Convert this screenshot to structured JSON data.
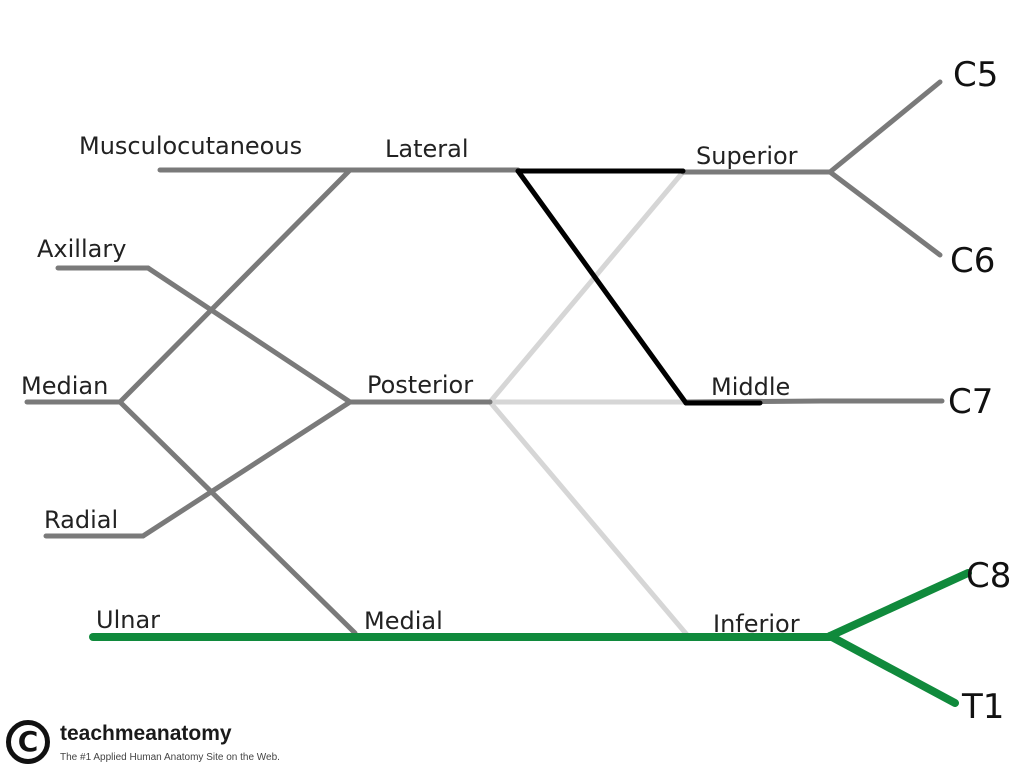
{
  "colors": {
    "branch_gray": "#7a7a7a",
    "faded_gray": "#d6d6d6",
    "highlight_black": "#000000",
    "highlight_green": "#108a3c",
    "root_end_gray": "#7a7a7a"
  },
  "roots": {
    "c5": "C5",
    "c6": "C6",
    "c7": "C7",
    "c8": "C8",
    "t1": "T1"
  },
  "trunks": {
    "superior": "Superior",
    "middle": "Middle",
    "inferior": "Inferior"
  },
  "cords": {
    "lateral": "Lateral",
    "posterior": "Posterior",
    "medial": "Medial"
  },
  "nerves": {
    "musculocutaneous": "Musculocutaneous",
    "axillary": "Axillary",
    "median": "Median",
    "radial": "Radial",
    "ulnar": "Ulnar"
  },
  "footer": {
    "copyright_symbol": "C",
    "brand": "teachmeanatomy",
    "tagline": "The #1 Applied Human Anatomy Site on the Web."
  }
}
